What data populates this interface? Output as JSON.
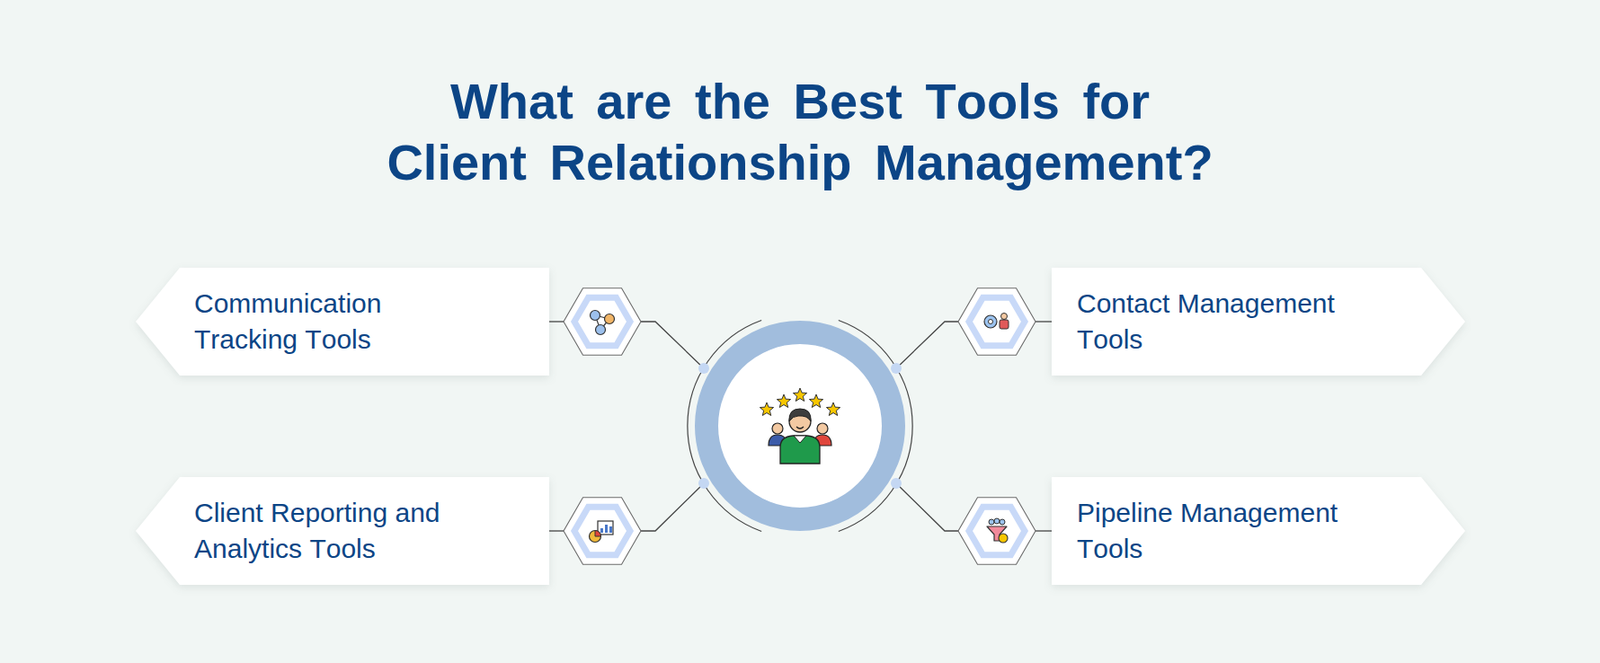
{
  "diagram": {
    "title": "What are the Best Tools for Client Relationship Management?",
    "nodes": [
      {
        "text": [
          "Communication Tracking Tools"
        ]
      },
      {
        "text": [
          "Contact Management Tools"
        ]
      },
      {
        "text": [
          "Client Reporting and Analytics Tools"
        ]
      },
      {
        "text": [
          "Pipeline Management Tools"
        ]
      }
    ]
  }
}
